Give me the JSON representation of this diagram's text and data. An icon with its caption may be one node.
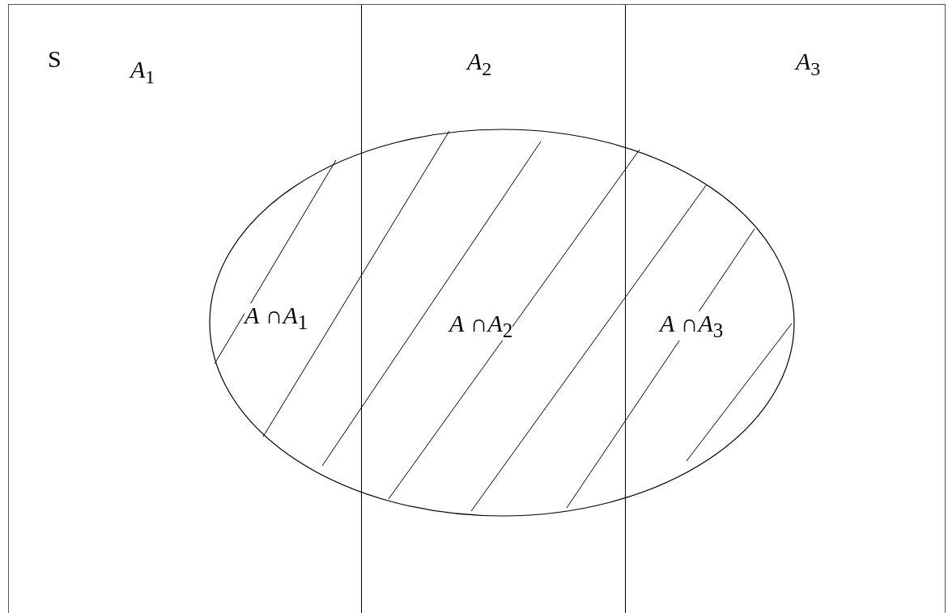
{
  "diagram": {
    "nodes": [
      {
        "text": [
          "S"
        ]
      },
      {
        "text": [
          "*A*$_{1}$"
        ],
        "in": 0
      },
      {
        "text": [
          "*A*$_{2}$"
        ],
        "in": 0
      },
      {
        "text": [
          "*A*$_{3}$"
        ],
        "in": 0
      },
      {
        "text": [],
        "shape": "ellipse",
        "in": 0
      }
    ],
    "edges": [],
    "labels": [
      "*A* ∩*A*$_{1}$",
      "*A* ∩*A*$_{2}$",
      "*A* ∩*A*$_{3}$"
    ]
  }
}
